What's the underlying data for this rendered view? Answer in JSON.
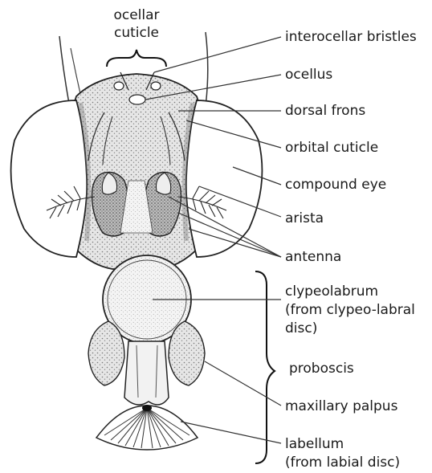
{
  "labels": {
    "ocellar_cuticle_line1": "ocellar",
    "ocellar_cuticle_line2": "cuticle",
    "interocellar_bristles": "interocellar bristles",
    "ocellus": "ocellus",
    "dorsal_frons": "dorsal frons",
    "orbital_cuticle": "orbital cuticle",
    "compound_eye": "compound eye",
    "arista": "arista",
    "antenna": "antenna",
    "clypeolabrum_line1": "clypeolabrum",
    "clypeolabrum_line2": "(from clypeo-labral",
    "clypeolabrum_line3": "disc)",
    "proboscis": "proboscis",
    "maxillary_palpus": "maxillary palpus",
    "labellum_line1": "labellum",
    "labellum_line2": "(from labial disc)"
  },
  "colors": {
    "ink": "#1a1a1a",
    "line": "#333333",
    "head_shade": "#d8d8d8",
    "eye_fill": "#ffffff"
  }
}
